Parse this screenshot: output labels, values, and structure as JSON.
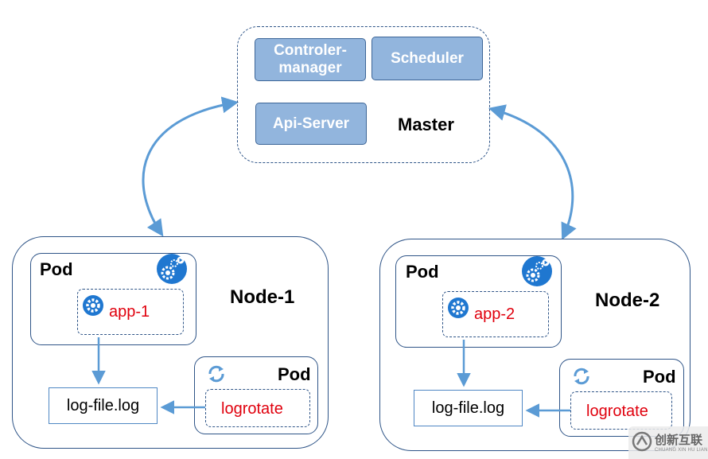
{
  "master": {
    "label": "Master",
    "components": [
      "Controler-\nmanager",
      "Scheduler",
      "Api-Server"
    ]
  },
  "nodes": [
    {
      "label": "Node-1",
      "app_pod": {
        "label": "Pod",
        "container": "app-1"
      },
      "log_file": "log-file.log",
      "logrotate_pod": {
        "label": "Pod",
        "container": "logrotate"
      }
    },
    {
      "label": "Node-2",
      "app_pod": {
        "label": "Pod",
        "container": "app-2"
      },
      "log_file": "log-file.log",
      "logrotate_pod": {
        "label": "Pod",
        "container": "logrotate"
      }
    }
  ],
  "watermark": {
    "text": "创新互联",
    "subtext": "CHUANG XIN HU LIAN"
  },
  "colors": {
    "component_fill": "#92b5dd",
    "border": "#2e5487",
    "arrow": "#5b9bd5",
    "container_text": "#e0000d",
    "icon": "#1f77d0"
  },
  "icons": [
    "pod-gears-icon",
    "gear-icon",
    "refresh-icon"
  ]
}
